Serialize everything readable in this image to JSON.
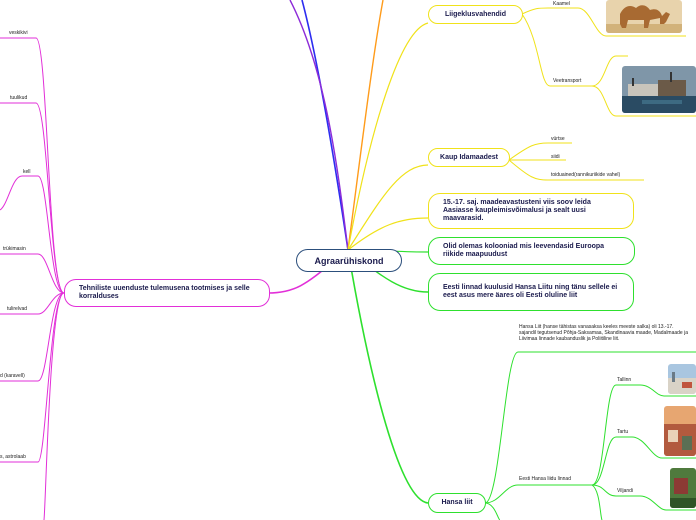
{
  "central": {
    "label": "Agraarühiskond"
  },
  "topics": {
    "liigeklusvahendid": "Liigeklusvahendid",
    "kaup": "Kaup Idamaadest",
    "maadeavastused": "15.-17. saj. maadeavastusteni viis soov leida Aasiasse kaupleimisvõimalusi ja sealt uusi maavarasid.",
    "kolooniad": "Olid olemas kolooniad mis leevendasid Euroopa riikide maapuudust",
    "linnad": "Eesti linnad kuulusid Hansa Liitu ning tänu sellele ei eest asus mere äares oli Eesti oluline liit",
    "hansa": "Hansa liit",
    "tehnilised": "Tehniliste uuenduste tulemusena tootmises ja selle korralduses"
  },
  "leaves": {
    "kaamel": "Kaamel",
    "veetransport": "Veetransport",
    "vurtse": "vürtse",
    "siidi": "siidi",
    "toiduained": "toiduained(ranniku­riikide vahel)",
    "hansa_def": "Hansa Liit (hanse tähistas vanasaksa keeles meeste salka) oli 13.-17. sajandil tegutsenud Põhja-Saksamaa, Skandinaavia maade, Madalmaade ja Liivimaa linnade kaubanduslik ja Poliitiline liit.",
    "eesti_hansa": "Eesti Hansa liidu linnad",
    "tallinn": "Tallinn",
    "tartu": "Tartu",
    "viljandi": "Viljandi",
    "veskikivi": "veskikivi",
    "tuulikud": "tuulikud",
    "kell": "kell",
    "trukimasin": "trükimasin",
    "tulirelvad": "tulirelvad",
    "karavell": "d (karavell)",
    "astrolaab": "s, astrolaab"
  },
  "colors": {
    "yellow": "#f0e21a",
    "green": "#2ee02e",
    "pink": "#e22fd8",
    "blue": "#2d2df0",
    "purple": "#8d2bd8",
    "orange": "#ff9b1a"
  }
}
